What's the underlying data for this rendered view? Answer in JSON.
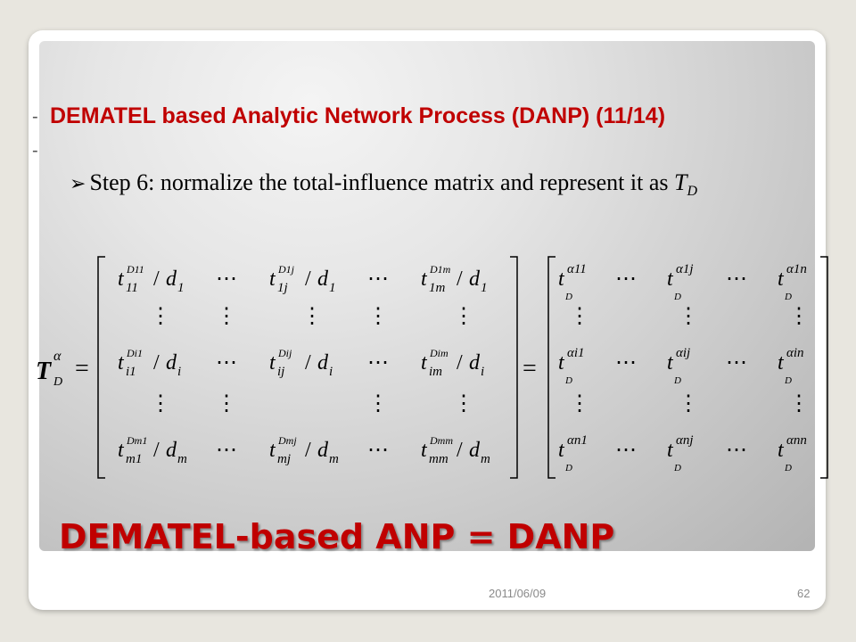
{
  "slide": {
    "title": "DEMATEL based Analytic Network Process (DANP) (11/14)",
    "step_text": "Step 6: normalize the total-influence matrix and represent it as",
    "step_var": "T",
    "step_var_sub": "D",
    "big_title": "DEMATEL-based ANP = DANP",
    "date": "2011/06/09",
    "page_number": "62",
    "dash1": "-",
    "dash2": "-"
  },
  "equation": {
    "lhs_var": "T",
    "lhs_sup": "α",
    "lhs_sub": "D",
    "equals": "=",
    "left_matrix": [
      [
        {
          "base": "t",
          "sup": "D11",
          "sub": "11",
          "div": "d",
          "dsub": "1"
        },
        "⋯",
        {
          "base": "t",
          "sup": "D1j",
          "sub": "1j",
          "div": "d",
          "dsub": "1"
        },
        "⋯",
        {
          "base": "t",
          "sup": "D1m",
          "sub": "1m",
          "div": "d",
          "dsub": "1"
        }
      ],
      [
        "⋮",
        "⋮",
        "⋮",
        "⋮",
        "⋮"
      ],
      [
        {
          "base": "t",
          "sup": "Di1",
          "sub": "i1",
          "div": "d",
          "dsub": "i"
        },
        "⋯",
        {
          "base": "t",
          "sup": "Dij",
          "sub": "ij",
          "div": "d",
          "dsub": "i"
        },
        "⋯",
        {
          "base": "t",
          "sup": "Dim",
          "sub": "im",
          "div": "d",
          "dsub": "i"
        }
      ],
      [
        "⋮",
        "⋮",
        "",
        "⋮",
        "⋮"
      ],
      [
        {
          "base": "t",
          "sup": "Dm1",
          "sub": "m1",
          "div": "d",
          "dsub": "m"
        },
        "⋯",
        {
          "base": "t",
          "sup": "Dmj",
          "sub": "mj",
          "div": "d",
          "dsub": "m"
        },
        "⋯",
        {
          "base": "t",
          "sup": "Dmm",
          "sub": "mm",
          "div": "d",
          "dsub": "m"
        }
      ]
    ],
    "right_matrix": [
      [
        {
          "base": "t",
          "sup": "α11",
          "sub": "D"
        },
        "⋯",
        {
          "base": "t",
          "sup": "α1j",
          "sub": "D"
        },
        "⋯",
        {
          "base": "t",
          "sup": "α1n",
          "sub": "D"
        }
      ],
      [
        "⋮",
        "",
        "⋮",
        "",
        "⋮"
      ],
      [
        {
          "base": "t",
          "sup": "αi1",
          "sub": "D"
        },
        "⋯",
        {
          "base": "t",
          "sup": "αij",
          "sub": "D"
        },
        "⋯",
        {
          "base": "t",
          "sup": "αin",
          "sub": "D"
        }
      ],
      [
        "⋮",
        "",
        "⋮",
        "",
        "⋮"
      ],
      [
        {
          "base": "t",
          "sup": "αn1",
          "sub": "D"
        },
        "⋯",
        {
          "base": "t",
          "sup": "αnj",
          "sub": "D"
        },
        "⋯",
        {
          "base": "t",
          "sup": "αnn",
          "sub": "D"
        }
      ]
    ]
  }
}
